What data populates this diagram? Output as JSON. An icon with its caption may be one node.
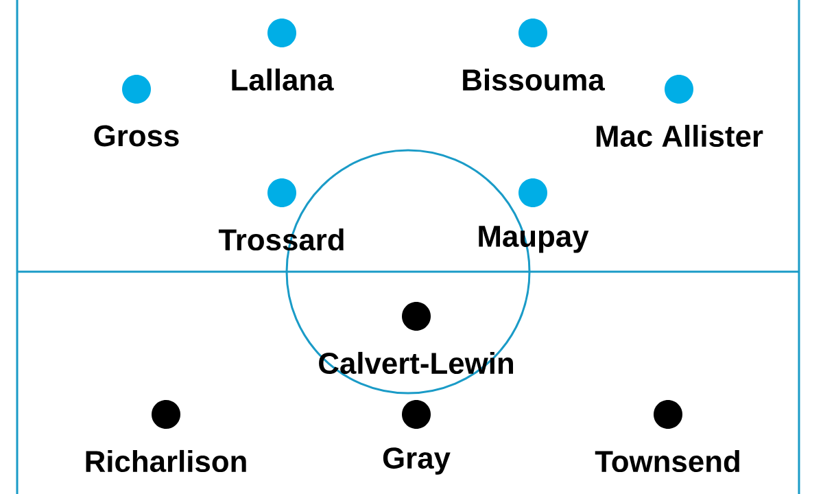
{
  "diagram": {
    "nodes": [
      {
        "text": [
          "Lallana"
        ]
      },
      {
        "text": [
          "Bissouma"
        ]
      },
      {
        "text": [
          "Gross"
        ]
      },
      {
        "text": [
          "Mac Allister"
        ]
      },
      {
        "text": [
          "Trossard"
        ]
      },
      {
        "text": [
          "Maupay"
        ]
      },
      {
        "text": [
          "Calvert-Lewin"
        ]
      },
      {
        "text": [
          "Richarlison"
        ]
      },
      {
        "text": [
          "Gray"
        ]
      },
      {
        "text": [
          "Townsend"
        ]
      }
    ]
  }
}
